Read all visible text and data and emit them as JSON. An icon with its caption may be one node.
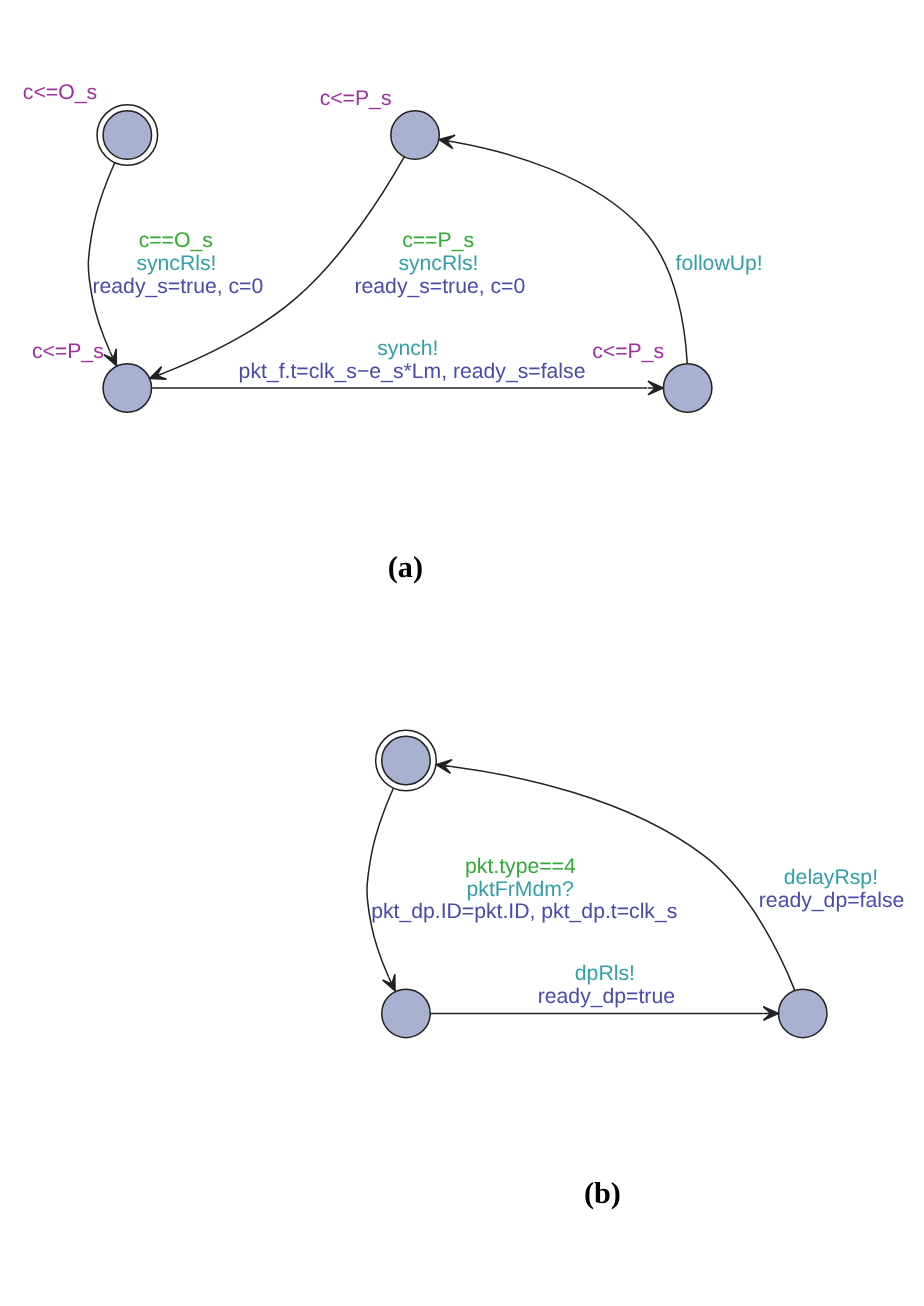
{
  "diagram": {
    "nodes": [
      {
        "text": [],
        "shape": "circle",
        "beside": [
          "c<=O_s"
        ]
      },
      {
        "text": [],
        "shape": "circle",
        "beside": [
          "c<=P_s"
        ]
      },
      {
        "text": [],
        "shape": "circle",
        "beside": [
          "c<=P_s"
        ]
      },
      {
        "text": [],
        "shape": "circle",
        "beside": [
          "c<=P_s"
        ]
      },
      {
        "text": [],
        "shape": "circle"
      },
      {
        "text": [],
        "shape": "circle"
      },
      {
        "text": [],
        "shape": "circle"
      }
    ],
    "edges": [
      {
        "from": 0,
        "to": 2,
        "arrow": "to",
        "label": [
          "c==O_s",
          "syncRls!",
          "ready_s=true, c=0"
        ]
      },
      {
        "from": 2,
        "to": 3,
        "arrow": "to",
        "label": [
          "synch!",
          "pkt_f.t=clk_s−e_s*Lm, ready_s=false"
        ]
      },
      {
        "from": 3,
        "to": 1,
        "arrow": "to",
        "label": [
          "followUp!"
        ]
      },
      {
        "from": 1,
        "to": 2,
        "arrow": "to",
        "label": [
          "c==P_s",
          "syncRls!",
          "ready_s=true, c=0"
        ]
      },
      {
        "from": 4,
        "to": 5,
        "arrow": "to",
        "label": [
          "pkt.type==4",
          "pktFrMdm?",
          "pkt_dp.ID=pkt.ID, pkt_dp.t=clk_s"
        ]
      },
      {
        "from": 5,
        "to": 6,
        "arrow": "to",
        "label": [
          "dpRls!",
          "ready_dp=true"
        ]
      },
      {
        "from": 6,
        "to": 4,
        "arrow": "to",
        "label": [
          "delayRsp!",
          "ready_dp=false"
        ]
      }
    ],
    "labels": [
      "(a)",
      "(b)"
    ]
  }
}
